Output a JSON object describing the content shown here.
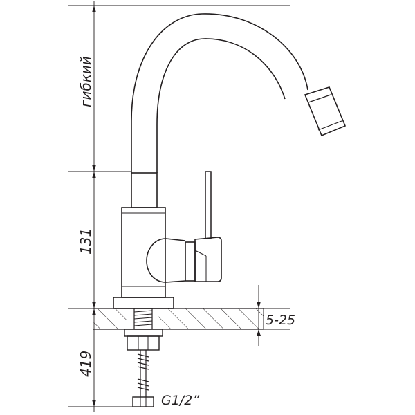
{
  "diagram": {
    "labels": {
      "flexible": "гибкий",
      "body_height": "131",
      "thickness": "5-25",
      "hose_length": "419",
      "thread": "G1/2”"
    }
  }
}
